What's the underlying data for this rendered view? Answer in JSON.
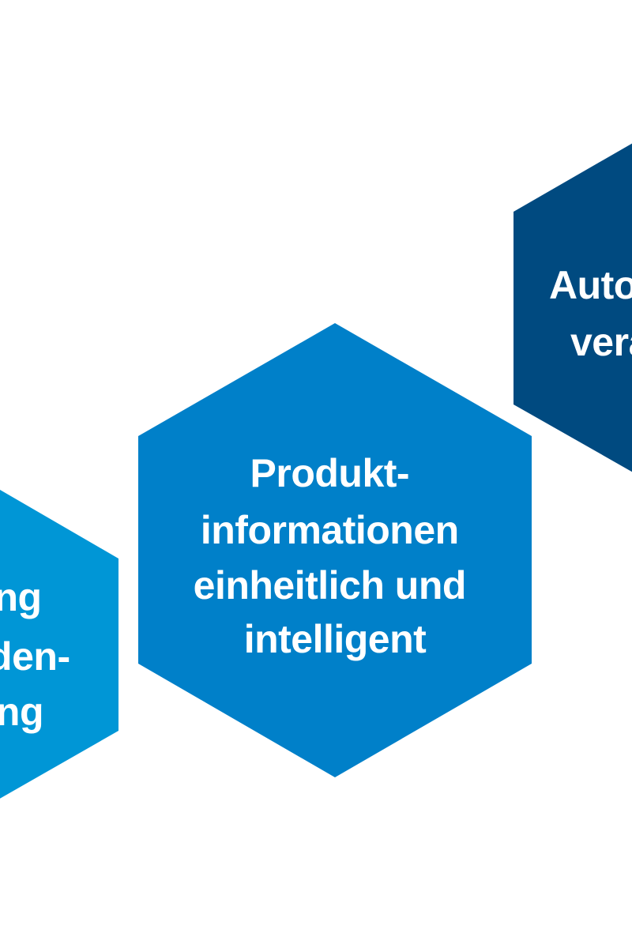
{
  "diagram": {
    "hexagons": [
      {
        "id": "left",
        "color": "#0096d6",
        "lines": [
          "ung",
          "den-",
          "ng"
        ]
      },
      {
        "id": "center",
        "color": "#0080c9",
        "lines": [
          "Produkt-",
          "informationen",
          "einheitlich und",
          "intelligent"
        ]
      },
      {
        "id": "right",
        "color": "#004a80",
        "lines": [
          "Auto",
          "vera"
        ]
      }
    ]
  }
}
